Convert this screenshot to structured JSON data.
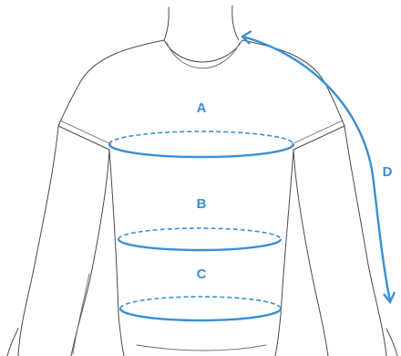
{
  "colors": {
    "measure": "#3a8fd6",
    "outline": "#4a4a4a",
    "background": "#ffffff"
  },
  "labels": {
    "a": "A",
    "b": "B",
    "c": "C",
    "d": "D"
  }
}
